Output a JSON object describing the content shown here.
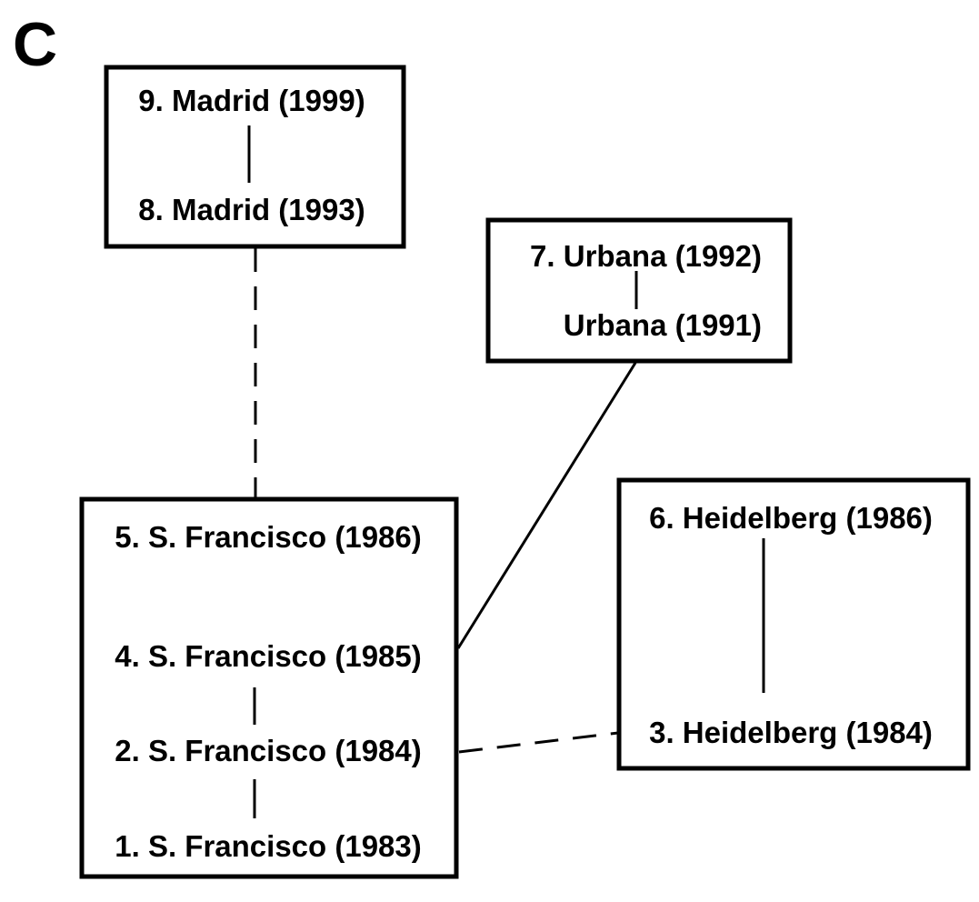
{
  "panel_letter": "C",
  "boxes": {
    "madrid": [
      "9. Madrid (1999)",
      "8. Madrid (1993)"
    ],
    "urbana": [
      "7. Urbana (1992)",
      "Urbana (1991)"
    ],
    "sanfrancisco": [
      "5. S. Francisco (1986)",
      "4. S. Francisco (1985)",
      "2. S. Francisco (1984)",
      "1. S. Francisco (1983)"
    ],
    "heidelberg": [
      "6. Heidelberg (1986)",
      "3. Heidelberg (1984)"
    ]
  },
  "links": [
    {
      "from": "8. Madrid (1993)",
      "to": "5. S. Francisco (1986)",
      "style": "dashed"
    },
    {
      "from": "Urbana (1991)",
      "to": "4. S. Francisco (1985)",
      "style": "solid"
    },
    {
      "from": "2. S. Francisco (1984)",
      "to": "3. Heidelberg (1984)",
      "style": "dashed"
    }
  ],
  "colors": {
    "ink": "#000000",
    "background": "#ffffff"
  }
}
